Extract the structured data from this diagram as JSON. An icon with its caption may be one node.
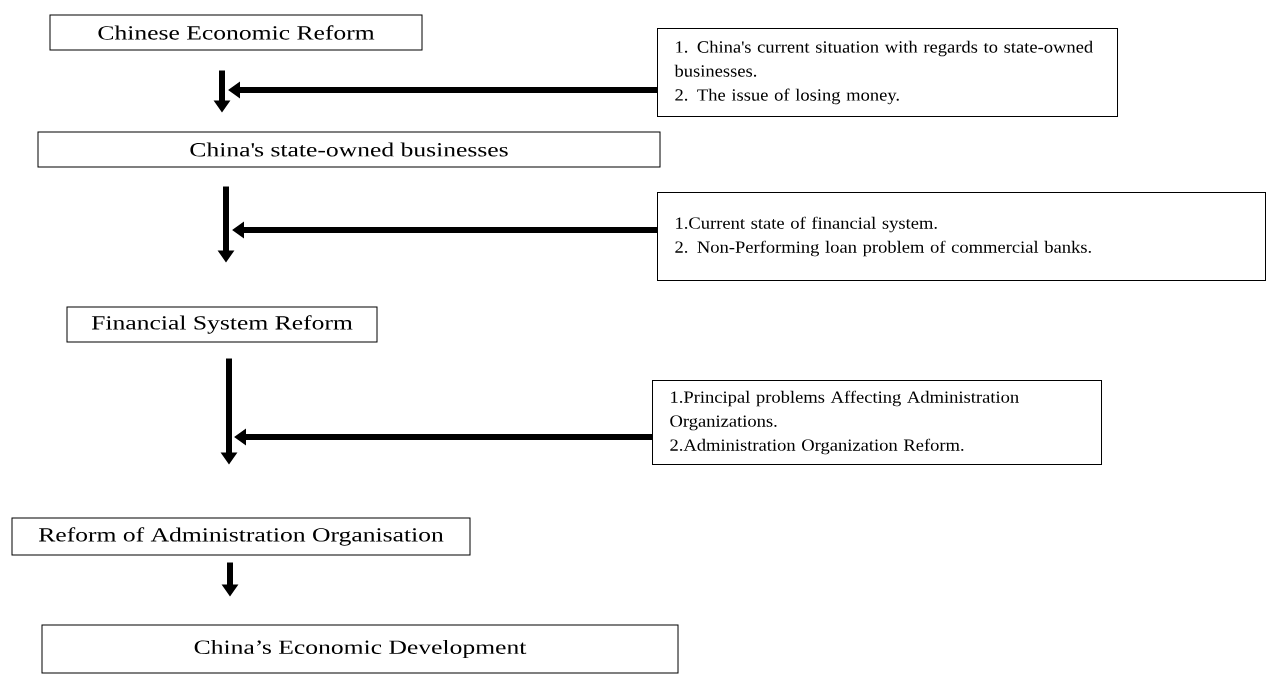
{
  "diagram": {
    "nodes": [
      {
        "text": [
          "Chinese Economic Reform"
        ]
      },
      {
        "text": [
          "China's state-owned businesses"
        ]
      },
      {
        "text": [
          "Financial System Reform"
        ]
      },
      {
        "text": [
          "Reform of Administration Organisation"
        ]
      },
      {
        "text": [
          "China’s Economic Development"
        ]
      },
      {
        "text": [
          "1. China's current situation with regards to state-owned businesses.",
          "2. The issue of losing money."
        ]
      },
      {
        "text": [
          "1.Current state of financial system.",
          "2. Non-Performing loan problem of commercial banks."
        ]
      },
      {
        "text": [
          "1.Principal problems Affecting Administration Organizations.",
          "2.Administration Organization Reform."
        ]
      }
    ],
    "edges": [
      {
        "from": 0,
        "to": 1,
        "arrow": "to"
      },
      {
        "from": 5,
        "to": null,
        "arrow": "to"
      },
      {
        "from": 1,
        "to": 2,
        "arrow": "to"
      },
      {
        "from": 6,
        "to": null,
        "arrow": "to"
      },
      {
        "from": 2,
        "to": 3,
        "arrow": "to"
      },
      {
        "from": 7,
        "to": null,
        "arrow": "to"
      },
      {
        "from": 3,
        "to": 4,
        "arrow": "to"
      }
    ]
  }
}
